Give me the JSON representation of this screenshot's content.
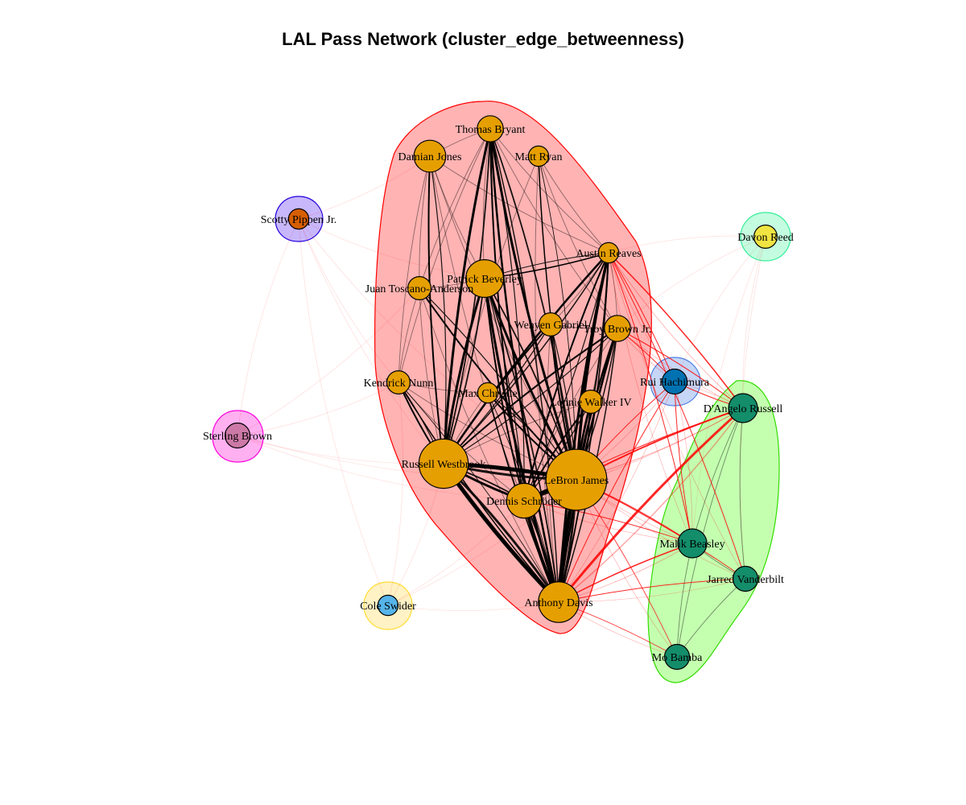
{
  "title": "LAL Pass Network (cluster_edge_betweenness)",
  "colors": {
    "edge_intra": "#000000",
    "edge_inter": "#ff0000",
    "node_stroke": "#000000"
  },
  "clusters": [
    {
      "id": "orange",
      "node_color": "#E69F00",
      "fill": "#FFB3B3",
      "stroke": "#FF0000"
    },
    {
      "id": "green",
      "node_color": "#138D6A",
      "fill": "#C4FFB0",
      "stroke": "#33DD00"
    },
    {
      "id": "blue",
      "node_color": "#0072B2",
      "fill": "#C6D6F7",
      "stroke": "#4D7FE0"
    },
    {
      "id": "red",
      "node_color": "#D55E00",
      "fill": "#C8B7FA",
      "stroke": "#2200DD"
    },
    {
      "id": "pink",
      "node_color": "#CC79A7",
      "fill": "#FFB0F0",
      "stroke": "#FF00DD"
    },
    {
      "id": "yellow",
      "node_color": "#F0E442",
      "fill": "#C4FCE0",
      "stroke": "#33EE99"
    },
    {
      "id": "sky",
      "node_color": "#56B4E9",
      "fill": "#FFF2C4",
      "stroke": "#FFDD33"
    }
  ],
  "nodes": [
    {
      "id": "thomas-bryant",
      "label": "Thomas Bryant",
      "cluster": "orange",
      "size": 2
    },
    {
      "id": "damian-jones",
      "label": "Damian Jones",
      "cluster": "orange",
      "size": 3
    },
    {
      "id": "matt-ryan",
      "label": "Matt Ryan",
      "cluster": "orange",
      "size": 1
    },
    {
      "id": "austin-reaves",
      "label": "Austin Reaves",
      "cluster": "orange",
      "size": 1
    },
    {
      "id": "patrick-beverley",
      "label": "Patrick Beverley",
      "cluster": "orange",
      "size": 4
    },
    {
      "id": "juan-toscano-anderson",
      "label": "Juan Toscano-Anderson",
      "cluster": "orange",
      "size": 1.5
    },
    {
      "id": "wenyen-gabriel",
      "label": "Wenyen Gabriel",
      "cluster": "orange",
      "size": 1.5
    },
    {
      "id": "troy-brown-jr",
      "label": "Troy Brown Jr.",
      "cluster": "orange",
      "size": 2
    },
    {
      "id": "kendrick-nunn",
      "label": "Kendrick Nunn",
      "cluster": "orange",
      "size": 1.5
    },
    {
      "id": "max-christie",
      "label": "Max Christie",
      "cluster": "orange",
      "size": 1
    },
    {
      "id": "lonnie-walker-iv",
      "label": "Lonnie Walker IV",
      "cluster": "orange",
      "size": 1.5
    },
    {
      "id": "russell-westbrook",
      "label": "Russell Westbrook",
      "cluster": "orange",
      "size": 6
    },
    {
      "id": "lebron-james",
      "label": "LeBron James",
      "cluster": "orange",
      "size": 8
    },
    {
      "id": "dennis-schroder",
      "label": "Dennis Schröder",
      "cluster": "orange",
      "size": 3.5
    },
    {
      "id": "anthony-davis",
      "label": "Anthony Davis",
      "cluster": "orange",
      "size": 4.5
    },
    {
      "id": "dangelo-russell",
      "label": "D'Angelo Russell",
      "cluster": "green",
      "size": 2.5
    },
    {
      "id": "malik-beasley",
      "label": "Malik Beasley",
      "cluster": "green",
      "size": 2.5
    },
    {
      "id": "jarred-vanderbilt",
      "label": "Jarred Vanderbilt",
      "cluster": "green",
      "size": 1.8
    },
    {
      "id": "mo-bamba",
      "label": "Mo Bamba",
      "cluster": "green",
      "size": 1.8
    },
    {
      "id": "rui-hachimura",
      "label": "Rui Hachimura",
      "cluster": "blue",
      "size": 1.8
    },
    {
      "id": "scotty-pippen-jr",
      "label": "Scotty Pippen Jr.",
      "cluster": "red",
      "size": 1
    },
    {
      "id": "sterling-brown",
      "label": "Sterling Brown",
      "cluster": "pink",
      "size": 1.8
    },
    {
      "id": "davon-reed",
      "label": "Davon Reed",
      "cluster": "yellow",
      "size": 1.5
    },
    {
      "id": "cole-swider",
      "label": "Cole Swider",
      "cluster": "sky",
      "size": 1
    }
  ],
  "edges_heavy": [
    [
      "lebron-james",
      "anthony-davis",
      5
    ],
    [
      "lebron-james",
      "russell-westbrook",
      5
    ],
    [
      "lebron-james",
      "dennis-schroder",
      4
    ],
    [
      "russell-westbrook",
      "anthony-davis",
      5
    ],
    [
      "dennis-schroder",
      "anthony-davis",
      4
    ],
    [
      "russell-westbrook",
      "dennis-schroder",
      3
    ],
    [
      "thomas-bryant",
      "lebron-james",
      3
    ],
    [
      "thomas-bryant",
      "russell-westbrook",
      3
    ],
    [
      "thomas-bryant",
      "anthony-davis",
      2.5
    ],
    [
      "austin-reaves",
      "lebron-james",
      3.5
    ],
    [
      "austin-reaves",
      "anthony-davis",
      3
    ],
    [
      "austin-reaves",
      "russell-westbrook",
      2.5
    ],
    [
      "austin-reaves",
      "dennis-schroder",
      2
    ],
    [
      "patrick-beverley",
      "lebron-james",
      3
    ],
    [
      "patrick-beverley",
      "russell-westbrook",
      3
    ],
    [
      "patrick-beverley",
      "anthony-davis",
      3
    ],
    [
      "patrick-beverley",
      "dennis-schroder",
      2
    ],
    [
      "damian-jones",
      "russell-westbrook",
      2
    ],
    [
      "troy-brown-jr",
      "lebron-james",
      2.5
    ],
    [
      "troy-brown-jr",
      "anthony-davis",
      2.5
    ],
    [
      "troy-brown-jr",
      "russell-westbrook",
      2
    ],
    [
      "wenyen-gabriel",
      "russell-westbrook",
      2
    ],
    [
      "wenyen-gabriel",
      "lebron-james",
      2
    ],
    [
      "lonnie-walker-iv",
      "lebron-james",
      2.5
    ],
    [
      "lonnie-walker-iv",
      "anthony-davis",
      2.5
    ],
    [
      "lonnie-walker-iv",
      "dennis-schroder",
      2
    ],
    [
      "kendrick-nunn",
      "russell-westbrook",
      2
    ],
    [
      "kendrick-nunn",
      "anthony-davis",
      1.5
    ],
    [
      "max-christie",
      "lebron-james",
      2
    ],
    [
      "max-christie",
      "anthony-davis",
      1.5
    ],
    [
      "juan-toscano-anderson",
      "lebron-james",
      2
    ],
    [
      "matt-ryan",
      "lebron-james",
      1.5
    ],
    [
      "thomas-bryant",
      "dennis-schroder",
      2
    ],
    [
      "patrick-beverley",
      "austin-reaves",
      1.5
    ]
  ],
  "edges_light": [
    [
      "thomas-bryant",
      "damian-jones"
    ],
    [
      "thomas-bryant",
      "patrick-beverley"
    ],
    [
      "thomas-bryant",
      "juan-toscano-anderson"
    ],
    [
      "thomas-bryant",
      "kendrick-nunn"
    ],
    [
      "thomas-bryant",
      "austin-reaves"
    ],
    [
      "thomas-bryant",
      "troy-brown-jr"
    ],
    [
      "damian-jones",
      "patrick-beverley"
    ],
    [
      "damian-jones",
      "juan-toscano-anderson"
    ],
    [
      "damian-jones",
      "kendrick-nunn"
    ],
    [
      "damian-jones",
      "lebron-james"
    ],
    [
      "damian-jones",
      "anthony-davis"
    ],
    [
      "damian-jones",
      "austin-reaves"
    ],
    [
      "matt-ryan",
      "austin-reaves"
    ],
    [
      "matt-ryan",
      "russell-westbrook"
    ],
    [
      "matt-ryan",
      "anthony-davis"
    ],
    [
      "matt-ryan",
      "troy-brown-jr"
    ],
    [
      "juan-toscano-anderson",
      "kendrick-nunn"
    ],
    [
      "juan-toscano-anderson",
      "russell-westbrook"
    ],
    [
      "juan-toscano-anderson",
      "anthony-davis"
    ],
    [
      "juan-toscano-anderson",
      "patrick-beverley"
    ],
    [
      "kendrick-nunn",
      "lebron-james"
    ],
    [
      "kendrick-nunn",
      "dennis-schroder"
    ],
    [
      "kendrick-nunn",
      "max-christie"
    ],
    [
      "max-christie",
      "russell-westbrook"
    ],
    [
      "max-christie",
      "dennis-schroder"
    ],
    [
      "wenyen-gabriel",
      "anthony-davis"
    ],
    [
      "wenyen-gabriel",
      "austin-reaves"
    ],
    [
      "wenyen-gabriel",
      "troy-brown-jr"
    ],
    [
      "lonnie-walker-iv",
      "russell-westbrook"
    ],
    [
      "lonnie-walker-iv",
      "austin-reaves"
    ],
    [
      "troy-brown-jr",
      "austin-reaves"
    ],
    [
      "troy-brown-jr",
      "dennis-schroder"
    ],
    [
      "dangelo-russell",
      "malik-beasley"
    ],
    [
      "dangelo-russell",
      "jarred-vanderbilt"
    ],
    [
      "malik-beasley",
      "jarred-vanderbilt"
    ],
    [
      "malik-beasley",
      "mo-bamba"
    ],
    [
      "jarred-vanderbilt",
      "mo-bamba"
    ],
    [
      "dangelo-russell",
      "mo-bamba"
    ]
  ],
  "edges_inter": [
    [
      "dangelo-russell",
      "anthony-davis",
      3
    ],
    [
      "dangelo-russell",
      "lebron-james",
      2
    ],
    [
      "dangelo-russell",
      "austin-reaves",
      1.5
    ],
    [
      "dangelo-russell",
      "dennis-schroder",
      1
    ],
    [
      "dangelo-russell",
      "troy-brown-jr",
      1
    ],
    [
      "malik-beasley",
      "anthony-davis",
      1.5
    ],
    [
      "malik-beasley",
      "lebron-james",
      1.2
    ],
    [
      "malik-beasley",
      "austin-reaves",
      1
    ],
    [
      "malik-beasley",
      "dennis-schroder",
      1
    ],
    [
      "jarred-vanderbilt",
      "anthony-davis",
      1
    ],
    [
      "jarred-vanderbilt",
      "lebron-james",
      1
    ],
    [
      "jarred-vanderbilt",
      "austin-reaves",
      1
    ],
    [
      "mo-bamba",
      "anthony-davis",
      0.8
    ],
    [
      "mo-bamba",
      "lebron-james",
      0.8
    ],
    [
      "rui-hachimura",
      "lebron-james",
      1
    ],
    [
      "rui-hachimura",
      "anthony-davis",
      1
    ],
    [
      "rui-hachimura",
      "austin-reaves",
      1
    ],
    [
      "rui-hachimura",
      "dangelo-russell",
      1
    ],
    [
      "rui-hachimura",
      "malik-beasley",
      1
    ],
    [
      "rui-hachimura",
      "troy-brown-jr",
      1
    ]
  ],
  "edges_faint": [
    [
      "scotty-pippen-jr",
      "damian-jones"
    ],
    [
      "scotty-pippen-jr",
      "patrick-beverley"
    ],
    [
      "scotty-pippen-jr",
      "russell-westbrook"
    ],
    [
      "scotty-pippen-jr",
      "lebron-james"
    ],
    [
      "scotty-pippen-jr",
      "cole-swider"
    ],
    [
      "scotty-pippen-jr",
      "sterling-brown"
    ],
    [
      "scotty-pippen-jr",
      "kendrick-nunn"
    ],
    [
      "sterling-brown",
      "russell-westbrook"
    ],
    [
      "sterling-brown",
      "kendrick-nunn"
    ],
    [
      "sterling-brown",
      "lebron-james"
    ],
    [
      "sterling-brown",
      "dennis-schroder"
    ],
    [
      "sterling-brown",
      "juan-toscano-anderson"
    ],
    [
      "davon-reed",
      "austin-reaves"
    ],
    [
      "davon-reed",
      "dangelo-russell"
    ],
    [
      "davon-reed",
      "rui-hachimura"
    ],
    [
      "davon-reed",
      "troy-brown-jr"
    ],
    [
      "davon-reed",
      "malik-beasley"
    ],
    [
      "davon-reed",
      "jarred-vanderbilt"
    ],
    [
      "cole-swider",
      "russell-westbrook"
    ],
    [
      "cole-swider",
      "anthony-davis"
    ],
    [
      "cole-swider",
      "dennis-schroder"
    ],
    [
      "cole-swider",
      "lebron-james"
    ],
    [
      "cole-swider",
      "kendrick-nunn"
    ]
  ]
}
